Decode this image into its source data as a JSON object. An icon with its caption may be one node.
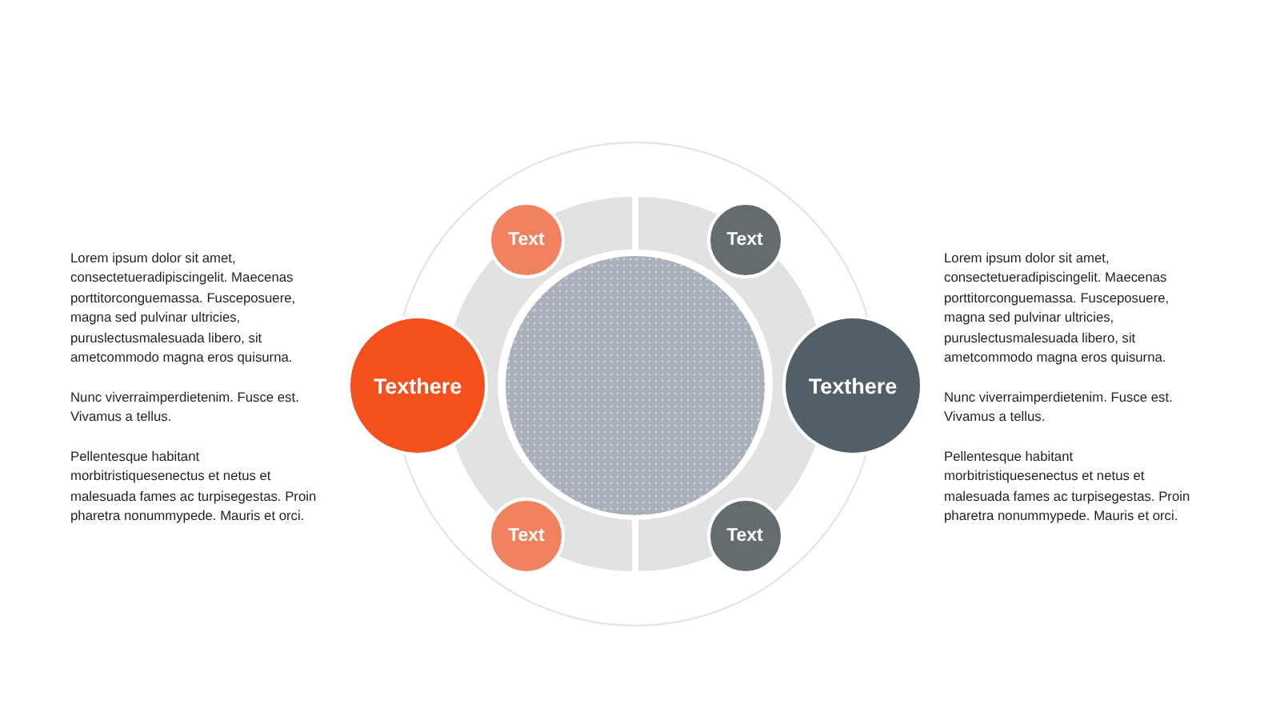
{
  "diagram": {
    "nodes": [
      {
        "text": [
          "Text"
        ]
      },
      {
        "text": [
          "Text"
        ]
      },
      {
        "text": [
          "Texthere"
        ]
      },
      {
        "text": [],
        "shape": "circle"
      },
      {
        "text": [
          "Texthere"
        ]
      },
      {
        "text": [
          "Text"
        ]
      },
      {
        "text": [
          "Text"
        ]
      }
    ],
    "labels": [
      "Lorem ipsum dolor sit amet, consectetueradipiscingelit. Maecenas porttitorconguemassa. Fusceposuere, magna sed pulvinar ultricies, puruslectusmalesuada libero, sit ametcommodo magna eros quisurna.",
      "Nunc viverraimperdietenim. Fusce est. Vivamus a tellus.",
      "Pellentesque habitant morbitristiquesenectus et netus et malesuada fames ac turpisegestas. Proin pharetra nonummypede. Mauris et orci.",
      "Lorem ipsum dolor sit amet, consectetueradipiscingelit. Maecenas porttitorconguemassa. Fusceposuere, magna sed pulvinar ultricies, puruslectusmalesuada libero, sit ametcommodo magna eros quisurna.",
      "Nunc viverraimperdietenim. Fusce est. Vivamus a tellus.",
      "Pellentesque habitant morbitristiquesenectus et netus et malesuada fames ac turpisegestas. Proin pharetra nonummypede. Mauris et orci."
    ]
  }
}
